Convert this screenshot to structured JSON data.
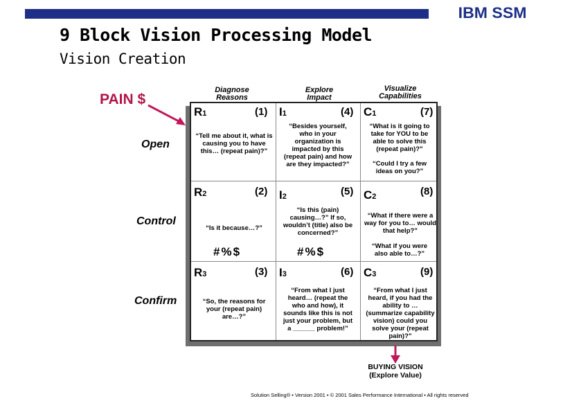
{
  "header": {
    "logo_text": "IBM SSM",
    "title": "9 Block Vision Processing Model",
    "subtitle": "Vision Creation"
  },
  "pain_label": "PAIN $",
  "columns": [
    {
      "label_line1": "Diagnose",
      "label_line2": "Reasons"
    },
    {
      "label_line1": "Explore",
      "label_line2": "Impact"
    },
    {
      "label_line1": "Visualize",
      "label_line2": "Capabilities"
    }
  ],
  "rows": [
    "Open",
    "Control",
    "Confirm"
  ],
  "cells": {
    "r1": {
      "code": "R",
      "sub": "1",
      "num": "(1)",
      "text": "“Tell me about it, what is causing you to have this… (repeat pain)?”"
    },
    "i1": {
      "code": "I",
      "sub": "1",
      "num": "(4)",
      "text": "“Besides yourself, who in your organization is impacted by this (repeat pain) and how are they impacted?”"
    },
    "c1": {
      "code": "C",
      "sub": "1",
      "num": "(7)",
      "text": "“What is it going to take for YOU to be able to solve this (repeat pain)?”",
      "text2": "“Could I try a few ideas on you?”"
    },
    "r2": {
      "code": "R",
      "sub": "2",
      "num": "(2)",
      "text": "“Is it because…?”",
      "symbol": "#%$"
    },
    "i2": {
      "code": "I",
      "sub": "2",
      "num": "(5)",
      "text": "“Is this (pain) causing…?” If so, wouldn’t (title) also be concerned?”",
      "symbol": "#%$"
    },
    "c2": {
      "code": "C",
      "sub": "2",
      "num": "(8)",
      "text": "“What if there were a way for you to… would that help?”",
      "text2": "“What if you were also able to…?”"
    },
    "r3": {
      "code": "R",
      "sub": "3",
      "num": "(3)",
      "text": "“So, the reasons for your (repeat pain) are…?”"
    },
    "i3": {
      "code": "I",
      "sub": "3",
      "num": "(6)",
      "text": "“From what I just heard… (repeat the who and how), it sounds like this is not just your problem, but a ______ problem!”"
    },
    "c3": {
      "code": "C",
      "sub": "3",
      "num": "(9)",
      "text": "“From what I just heard, if you had the ability to … (summarize capability vision) could you solve your (repeat pain)?”"
    }
  },
  "buying_vision": {
    "line1": "BUYING VISION",
    "line2": "(Explore Value)"
  },
  "footer": "Solution Selling® • Version 2001 • © 2001 Sales Performance International  •  All rights reserved",
  "colors": {
    "brand": "#1d2f86",
    "pain": "#b0164a",
    "arrow": "#c2185b"
  }
}
